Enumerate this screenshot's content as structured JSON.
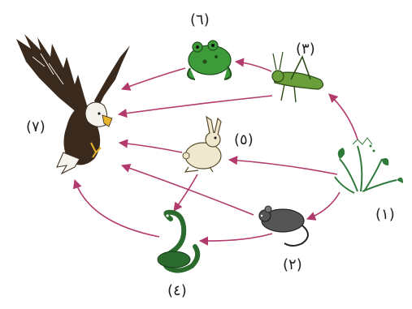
{
  "organisms": [
    {
      "id": "plants",
      "name": "plants-icon",
      "label": "(١)"
    },
    {
      "id": "mouse",
      "name": "mouse-icon",
      "label": "(٢)"
    },
    {
      "id": "grasshopper",
      "name": "grasshopper-icon",
      "label": "(٣)"
    },
    {
      "id": "snake",
      "name": "snake-icon",
      "label": "(٤)"
    },
    {
      "id": "rabbit",
      "name": "rabbit-icon",
      "label": "(٥)"
    },
    {
      "id": "frog",
      "name": "frog-icon",
      "label": "(٦)"
    },
    {
      "id": "eagle",
      "name": "eagle-icon",
      "label": "(٧)"
    }
  ],
  "arrows": [
    {
      "from": "plants",
      "to": "grasshopper"
    },
    {
      "from": "plants",
      "to": "rabbit"
    },
    {
      "from": "plants",
      "to": "mouse"
    },
    {
      "from": "grasshopper",
      "to": "frog"
    },
    {
      "from": "grasshopper",
      "to": "eagle"
    },
    {
      "from": "frog",
      "to": "eagle"
    },
    {
      "from": "rabbit",
      "to": "eagle"
    },
    {
      "from": "rabbit",
      "to": "snake"
    },
    {
      "from": "mouse",
      "to": "eagle"
    },
    {
      "from": "mouse",
      "to": "snake"
    },
    {
      "from": "snake",
      "to": "eagle"
    }
  ],
  "colors": {
    "arrow": "#b23a6c",
    "plant_green": "#2f7a3a",
    "frog_green": "#3e9b3a",
    "grasshopper_green": "#6a9e3a",
    "snake_green": "#2b6b2e",
    "mouse_gray": "#555555",
    "eagle_brown": "#3a2a1e",
    "eagle_white": "#f5f3ee",
    "beak_yellow": "#e7b52b",
    "rabbit_cream": "#efe8cf"
  }
}
